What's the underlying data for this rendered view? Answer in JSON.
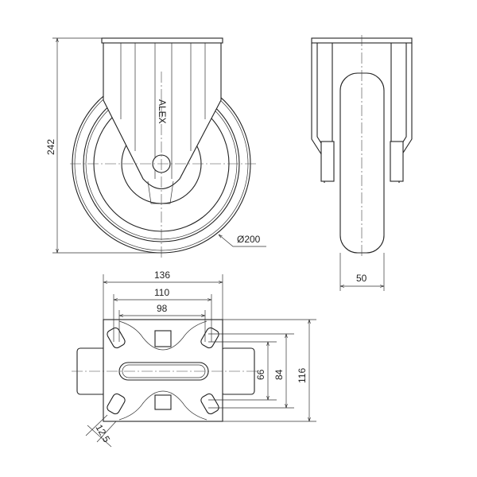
{
  "title": "Fixed castor technical drawing",
  "logo": "ALEX",
  "dimensions": {
    "height": "242",
    "wheel_diameter": "Ø200",
    "wheel_width": "50",
    "plate_length": "136",
    "hole_spacing_outer": "110",
    "hole_spacing_inner": "98",
    "hole_spacing_inner_width": "66",
    "hole_spacing_outer_width": "84",
    "plate_width": "116",
    "slot_width": "12.5"
  },
  "colors": {
    "line": "#222222",
    "background": "#ffffff"
  }
}
